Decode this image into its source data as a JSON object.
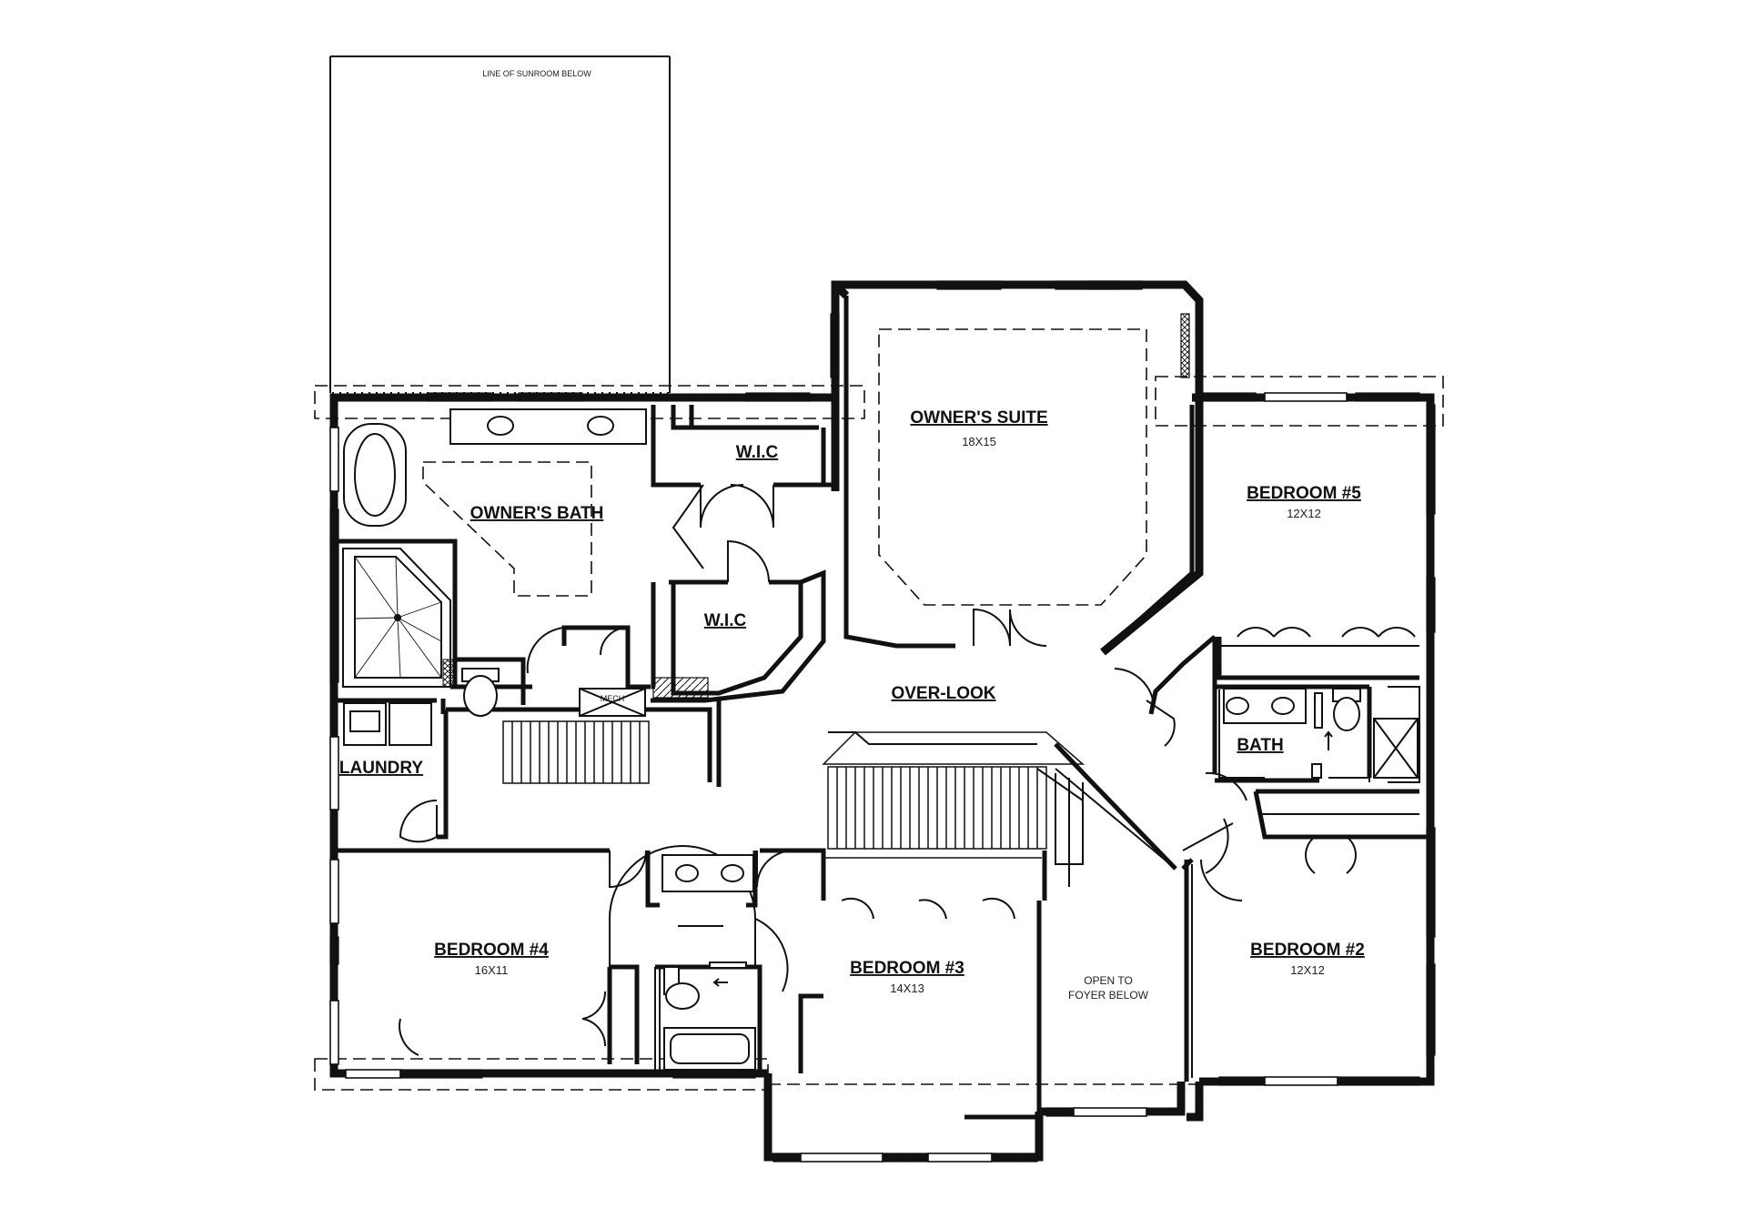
{
  "plan": {
    "sunroom_note": "LINE OF SUNROOM BELOW",
    "rooms": [
      {
        "id": "owners-suite",
        "name": "OWNER'S SUITE",
        "dim": "18X15"
      },
      {
        "id": "owners-bath",
        "name": "OWNER'S BATH",
        "dim": ""
      },
      {
        "id": "wic-upper",
        "name": "W.I.C",
        "dim": ""
      },
      {
        "id": "wic-lower",
        "name": "W.I.C",
        "dim": ""
      },
      {
        "id": "bedroom-5",
        "name": "BEDROOM #5",
        "dim": "12X12"
      },
      {
        "id": "bath",
        "name": "BATH",
        "dim": ""
      },
      {
        "id": "over-look",
        "name": "OVER-LOOK",
        "dim": ""
      },
      {
        "id": "laundry",
        "name": "LAUNDRY",
        "dim": ""
      },
      {
        "id": "bedroom-4",
        "name": "BEDROOM #4",
        "dim": "16X11"
      },
      {
        "id": "bedroom-3",
        "name": "BEDROOM #3",
        "dim": "14X13"
      },
      {
        "id": "bedroom-2",
        "name": "BEDROOM #2",
        "dim": "12X12"
      }
    ],
    "open_to_foyer": [
      "OPEN TO",
      "FOYER BELOW"
    ],
    "mech_label": "MECH"
  }
}
